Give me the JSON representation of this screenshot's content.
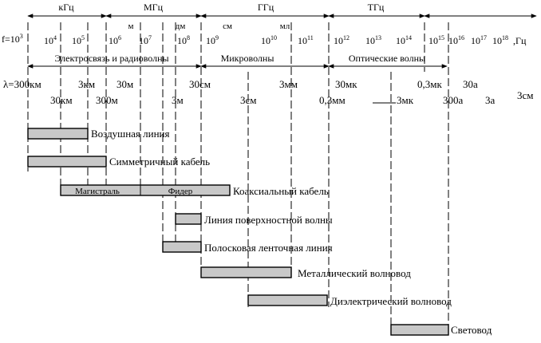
{
  "bands": [
    {
      "label": "кГц"
    },
    {
      "label": "МГц"
    },
    {
      "label": "ГГц"
    },
    {
      "label": "ТГц"
    }
  ],
  "sub_units": {
    "m": "м",
    "dm": "дм",
    "cm": "см",
    "ml": "мл"
  },
  "freq_prefix": "f=10",
  "freq_prefix_exp": "3",
  "freq_ticks": [
    {
      "base": "10",
      "exp": "4"
    },
    {
      "base": "10",
      "exp": "5"
    },
    {
      "base": "10",
      "exp": "6"
    },
    {
      "base": "10",
      "exp": "7"
    },
    {
      "base": "10",
      "exp": "8"
    },
    {
      "base": "10",
      "exp": "9"
    },
    {
      "base": "10",
      "exp": "10"
    },
    {
      "base": "10",
      "exp": "11"
    },
    {
      "base": "10",
      "exp": "12"
    },
    {
      "base": "10",
      "exp": "13"
    },
    {
      "base": "10",
      "exp": "14"
    },
    {
      "base": "10",
      "exp": "15"
    },
    {
      "base": "10",
      "exp": "16"
    },
    {
      "base": "10",
      "exp": "17"
    },
    {
      "base": "10",
      "exp": "18"
    }
  ],
  "freq_unit": ",Гц",
  "ranges": [
    {
      "label": "Электросвязь и радиоволны"
    },
    {
      "label": "Микроволны"
    },
    {
      "label": "Оптические волны"
    }
  ],
  "wavelengths_row1": [
    "λ=300км",
    "3км",
    "30м",
    "30см",
    "3мм",
    "30мк",
    "0,3мк",
    "30а",
    "3см"
  ],
  "wavelengths_row2": [
    "30км",
    "300м",
    "3м",
    "3см",
    "0,3мм",
    "3мк",
    "300а",
    "3а"
  ],
  "lines": [
    {
      "label": "Воздушная линия"
    },
    {
      "label": "Симметричный кабель"
    },
    {
      "label": "Коаксиальный кабель",
      "segments": [
        "Магистраль",
        "Фидер"
      ]
    },
    {
      "label": "Линия поверхностной волны"
    },
    {
      "label": "Полосковая ленточная линия"
    },
    {
      "label": "Металлический волновод"
    },
    {
      "label": "Диэлектрический волновод"
    },
    {
      "label": "Световод"
    }
  ]
}
